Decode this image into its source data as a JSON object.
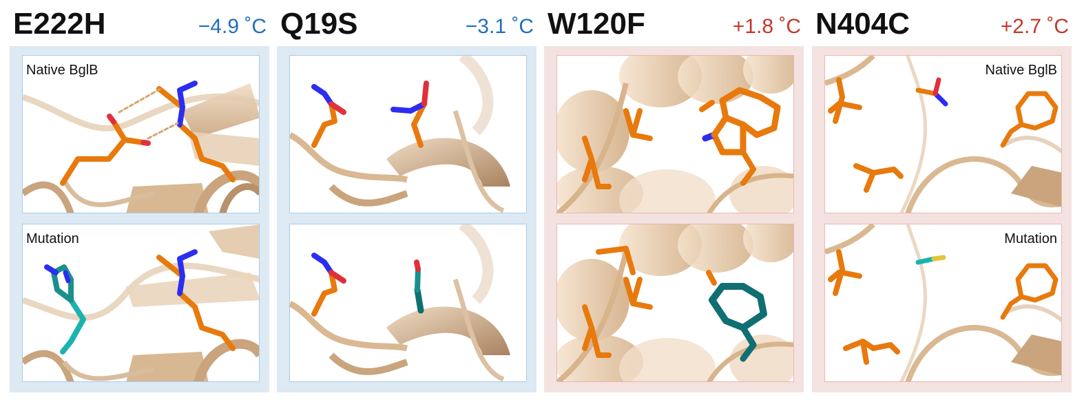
{
  "columns": [
    {
      "id": "e222h",
      "title": "E222H",
      "delta": "−4.9 ˚C",
      "delta_color": "#1f6fba",
      "theme": "blue",
      "top_label": "Native BglB",
      "bottom_label": "Mutation"
    },
    {
      "id": "q19s",
      "title": "Q19S",
      "delta": "−3.1 ˚C",
      "delta_color": "#1f6fba",
      "theme": "blue",
      "top_label": "",
      "bottom_label": ""
    },
    {
      "id": "w120f",
      "title": "W120F",
      "delta": "+1.8 ˚C",
      "delta_color": "#c0392b",
      "theme": "red",
      "top_label": "",
      "bottom_label": ""
    },
    {
      "id": "n404c",
      "title": "N404C",
      "delta": "+2.7 ˚C",
      "delta_color": "#c0392b",
      "theme": "red",
      "top_label": "Native BglB",
      "bottom_label": "Mutation"
    }
  ],
  "colors": {
    "native_residue": "#e8790c",
    "mutant_residue_light": "#1bb3b0",
    "mutant_residue_dark": "#0f6f72",
    "nitrogen": "#2b2ef0",
    "oxygen": "#e0303a",
    "sulfur": "#e3c43a",
    "ribbon": "#d9b58e"
  }
}
